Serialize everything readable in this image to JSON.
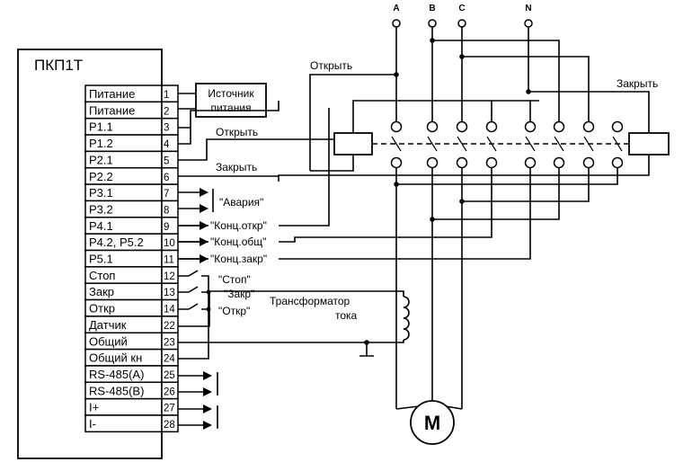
{
  "device": {
    "title": "ПКП1Т",
    "terminals": [
      {
        "label": "Питание",
        "num": "1"
      },
      {
        "label": "Питание",
        "num": "2"
      },
      {
        "label": "P1.1",
        "num": "3"
      },
      {
        "label": "P1.2",
        "num": "4"
      },
      {
        "label": "P2.1",
        "num": "5"
      },
      {
        "label": "P2.2",
        "num": "6"
      },
      {
        "label": "P3.1",
        "num": "7"
      },
      {
        "label": "P3.2",
        "num": "8"
      },
      {
        "label": "P4.1",
        "num": "9"
      },
      {
        "label": "P4.2, P5.2",
        "num": "10"
      },
      {
        "label": "P5.1",
        "num": "11"
      },
      {
        "label": "Стоп",
        "num": "12"
      },
      {
        "label": "Закр",
        "num": "13"
      },
      {
        "label": "Откр",
        "num": "14"
      },
      {
        "label": "Датчик",
        "num": "22"
      },
      {
        "label": "Общий",
        "num": "23"
      },
      {
        "label": "Общий кн",
        "num": "24"
      },
      {
        "label": "RS-485(A)",
        "num": "25"
      },
      {
        "label": "RS-485(B)",
        "num": "26"
      },
      {
        "label": "I+",
        "num": "27"
      },
      {
        "label": "I-",
        "num": "28"
      }
    ]
  },
  "power_source": {
    "line1": "Источник",
    "line2": "питания"
  },
  "signals": {
    "alarm": "\"Авария\"",
    "limit_open": "\"Конц.откр\"",
    "limit_common": "\"Конц.общ\"",
    "limit_close": "\"Конц.закр\""
  },
  "buttons": {
    "stop": "\"Стоп\"",
    "close": "\"Закр\"",
    "open": "\"Откр\""
  },
  "labels": {
    "open_wire": "Открыть",
    "close_wire": "Закрыть",
    "open_top": "Открыть",
    "close_top": "Закрыть",
    "transformer_line1": "Трансформатор",
    "transformer_line2": "тока"
  },
  "phases": [
    "A",
    "B",
    "C",
    "N"
  ],
  "motor": {
    "label": "M"
  }
}
